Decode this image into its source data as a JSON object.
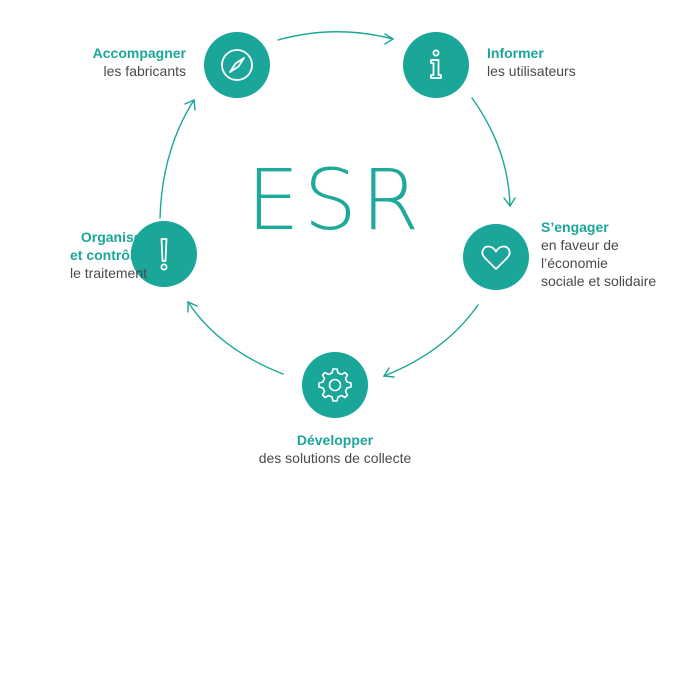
{
  "diagram": {
    "title": "ESR",
    "accent_color": "#1aa698",
    "steps": [
      {
        "heading": "Accompagner",
        "text": "les fabricants",
        "icon": "compass-icon"
      },
      {
        "heading": "Informer",
        "text": "les utilisateurs",
        "icon": "info-icon"
      },
      {
        "heading": "S’engager",
        "text": "en faveur de\nl’économie\nsociale et solidaire",
        "icon": "heart-icon"
      },
      {
        "heading": "Développer",
        "text": "des solutions de collecte",
        "icon": "gear-icon"
      },
      {
        "heading": "Organiser\net contrôler",
        "text": "le traitement",
        "icon": "exclamation-icon"
      }
    ]
  }
}
